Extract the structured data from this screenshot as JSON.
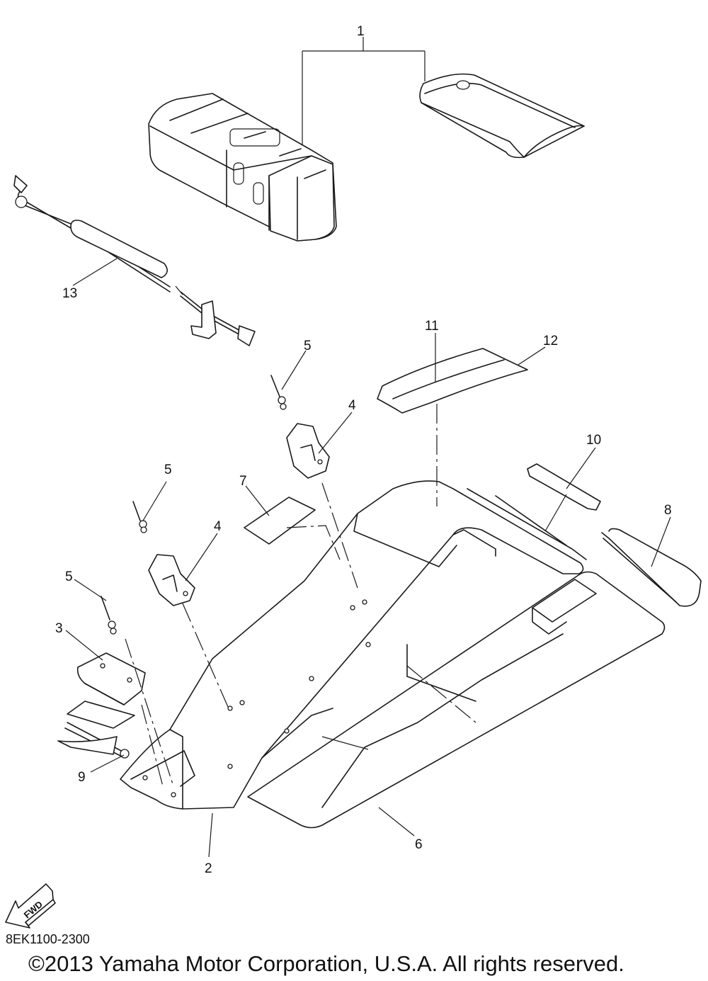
{
  "diagram": {
    "callouts": [
      {
        "id": "1",
        "label": "1"
      },
      {
        "id": "2",
        "label": "2"
      },
      {
        "id": "3",
        "label": "3"
      },
      {
        "id": "4a",
        "label": "4"
      },
      {
        "id": "4b",
        "label": "4"
      },
      {
        "id": "5a",
        "label": "5"
      },
      {
        "id": "5b",
        "label": "5"
      },
      {
        "id": "5c",
        "label": "5"
      },
      {
        "id": "6",
        "label": "6"
      },
      {
        "id": "7",
        "label": "7"
      },
      {
        "id": "8",
        "label": "8"
      },
      {
        "id": "9",
        "label": "9"
      },
      {
        "id": "10",
        "label": "10"
      },
      {
        "id": "11",
        "label": "11"
      },
      {
        "id": "12",
        "label": "12"
      },
      {
        "id": "13",
        "label": "13"
      }
    ],
    "fwd_label": "FWD",
    "diagram_code": "8EK1100-2300",
    "copyright": "©2013 Yamaha Motor Corporation, U.S.A. All rights reserved."
  }
}
